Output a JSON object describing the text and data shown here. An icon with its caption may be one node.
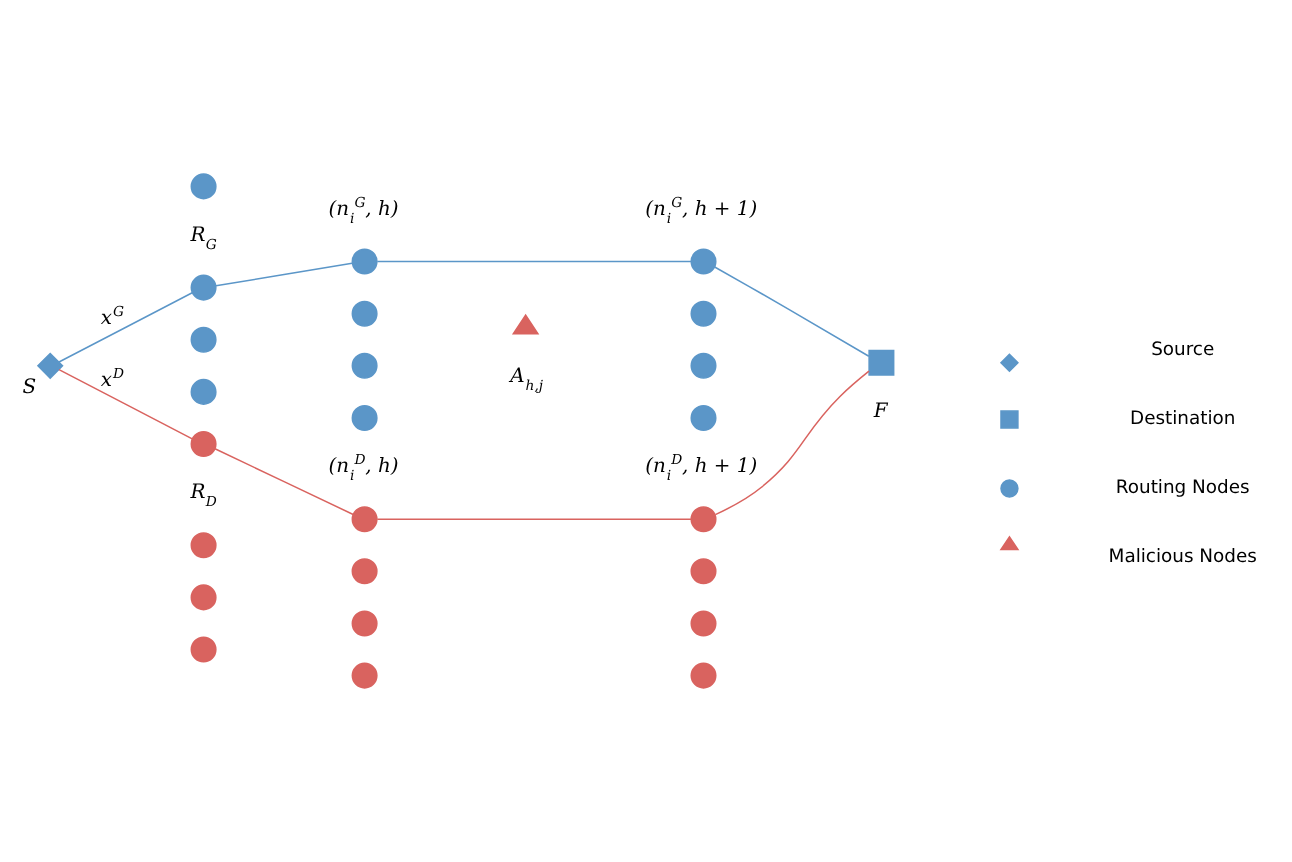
{
  "diagram": {
    "nodes": [
      {
        "text": [],
        "shape": "diamond",
        "beside": [
          "S"
        ]
      },
      {
        "text": [],
        "shape": "circle"
      },
      {
        "text": [],
        "shape": "circle",
        "beside": [
          "R$_{G}$"
        ]
      },
      {
        "text": [],
        "shape": "circle"
      },
      {
        "text": [],
        "shape": "circle"
      },
      {
        "text": [],
        "shape": "circle",
        "beside": [
          "(n$_{i}$$^{G}$, h)"
        ]
      },
      {
        "text": [],
        "shape": "circle"
      },
      {
        "text": [],
        "shape": "circle"
      },
      {
        "text": [],
        "shape": "circle"
      },
      {
        "text": [],
        "shape": "circle",
        "beside": [
          "(n$_{i}$$^{G}$, h + 1)"
        ]
      },
      {
        "text": [],
        "shape": "circle"
      },
      {
        "text": [],
        "shape": "circle"
      },
      {
        "text": [],
        "shape": "circle"
      },
      {
        "text": [],
        "shape": "box",
        "beside": [
          "F"
        ]
      },
      {
        "text": [],
        "shape": "triangle",
        "beside": [
          "A$_{h,j}$"
        ]
      },
      {
        "text": [],
        "shape": "circle",
        "beside": [
          "R$_{D}$"
        ]
      },
      {
        "text": [],
        "shape": "circle"
      },
      {
        "text": [],
        "shape": "circle"
      },
      {
        "text": [],
        "shape": "circle"
      },
      {
        "text": [],
        "shape": "circle",
        "beside": [
          "(n$_{i}$$^{D}$, h)"
        ]
      },
      {
        "text": [],
        "shape": "circle"
      },
      {
        "text": [],
        "shape": "circle"
      },
      {
        "text": [],
        "shape": "circle"
      },
      {
        "text": [],
        "shape": "circle",
        "beside": [
          "(n$_{i}$$^{D}$, h + 1)"
        ]
      },
      {
        "text": [],
        "shape": "circle"
      },
      {
        "text": [],
        "shape": "circle"
      },
      {
        "text": [],
        "shape": "circle"
      }
    ],
    "edges": [
      {
        "from": 0,
        "to": 2,
        "arrow": "none",
        "label": "x$^{G}$",
        "color": "#5b96c8"
      },
      {
        "from": 2,
        "to": 5,
        "arrow": "none",
        "color": "#5b96c8"
      },
      {
        "from": 5,
        "to": 9,
        "arrow": "none",
        "color": "#5b96c8"
      },
      {
        "from": 9,
        "to": 13,
        "arrow": "none",
        "color": "#5b96c8"
      },
      {
        "from": 0,
        "to": 15,
        "arrow": "none",
        "label": "x$^{D}$",
        "color": "#d9635f"
      },
      {
        "from": 15,
        "to": 19,
        "arrow": "none",
        "color": "#d9635f"
      },
      {
        "from": 19,
        "to": 23,
        "arrow": "none",
        "color": "#d9635f"
      },
      {
        "from": 23,
        "to": 13,
        "arrow": "none",
        "color": "#d9635f"
      }
    ],
    "legend": [
      {
        "text": "Source"
      },
      {
        "text": "Destination"
      },
      {
        "text": "Routing Nodes"
      },
      {
        "text": "Malicious Nodes"
      }
    ]
  }
}
